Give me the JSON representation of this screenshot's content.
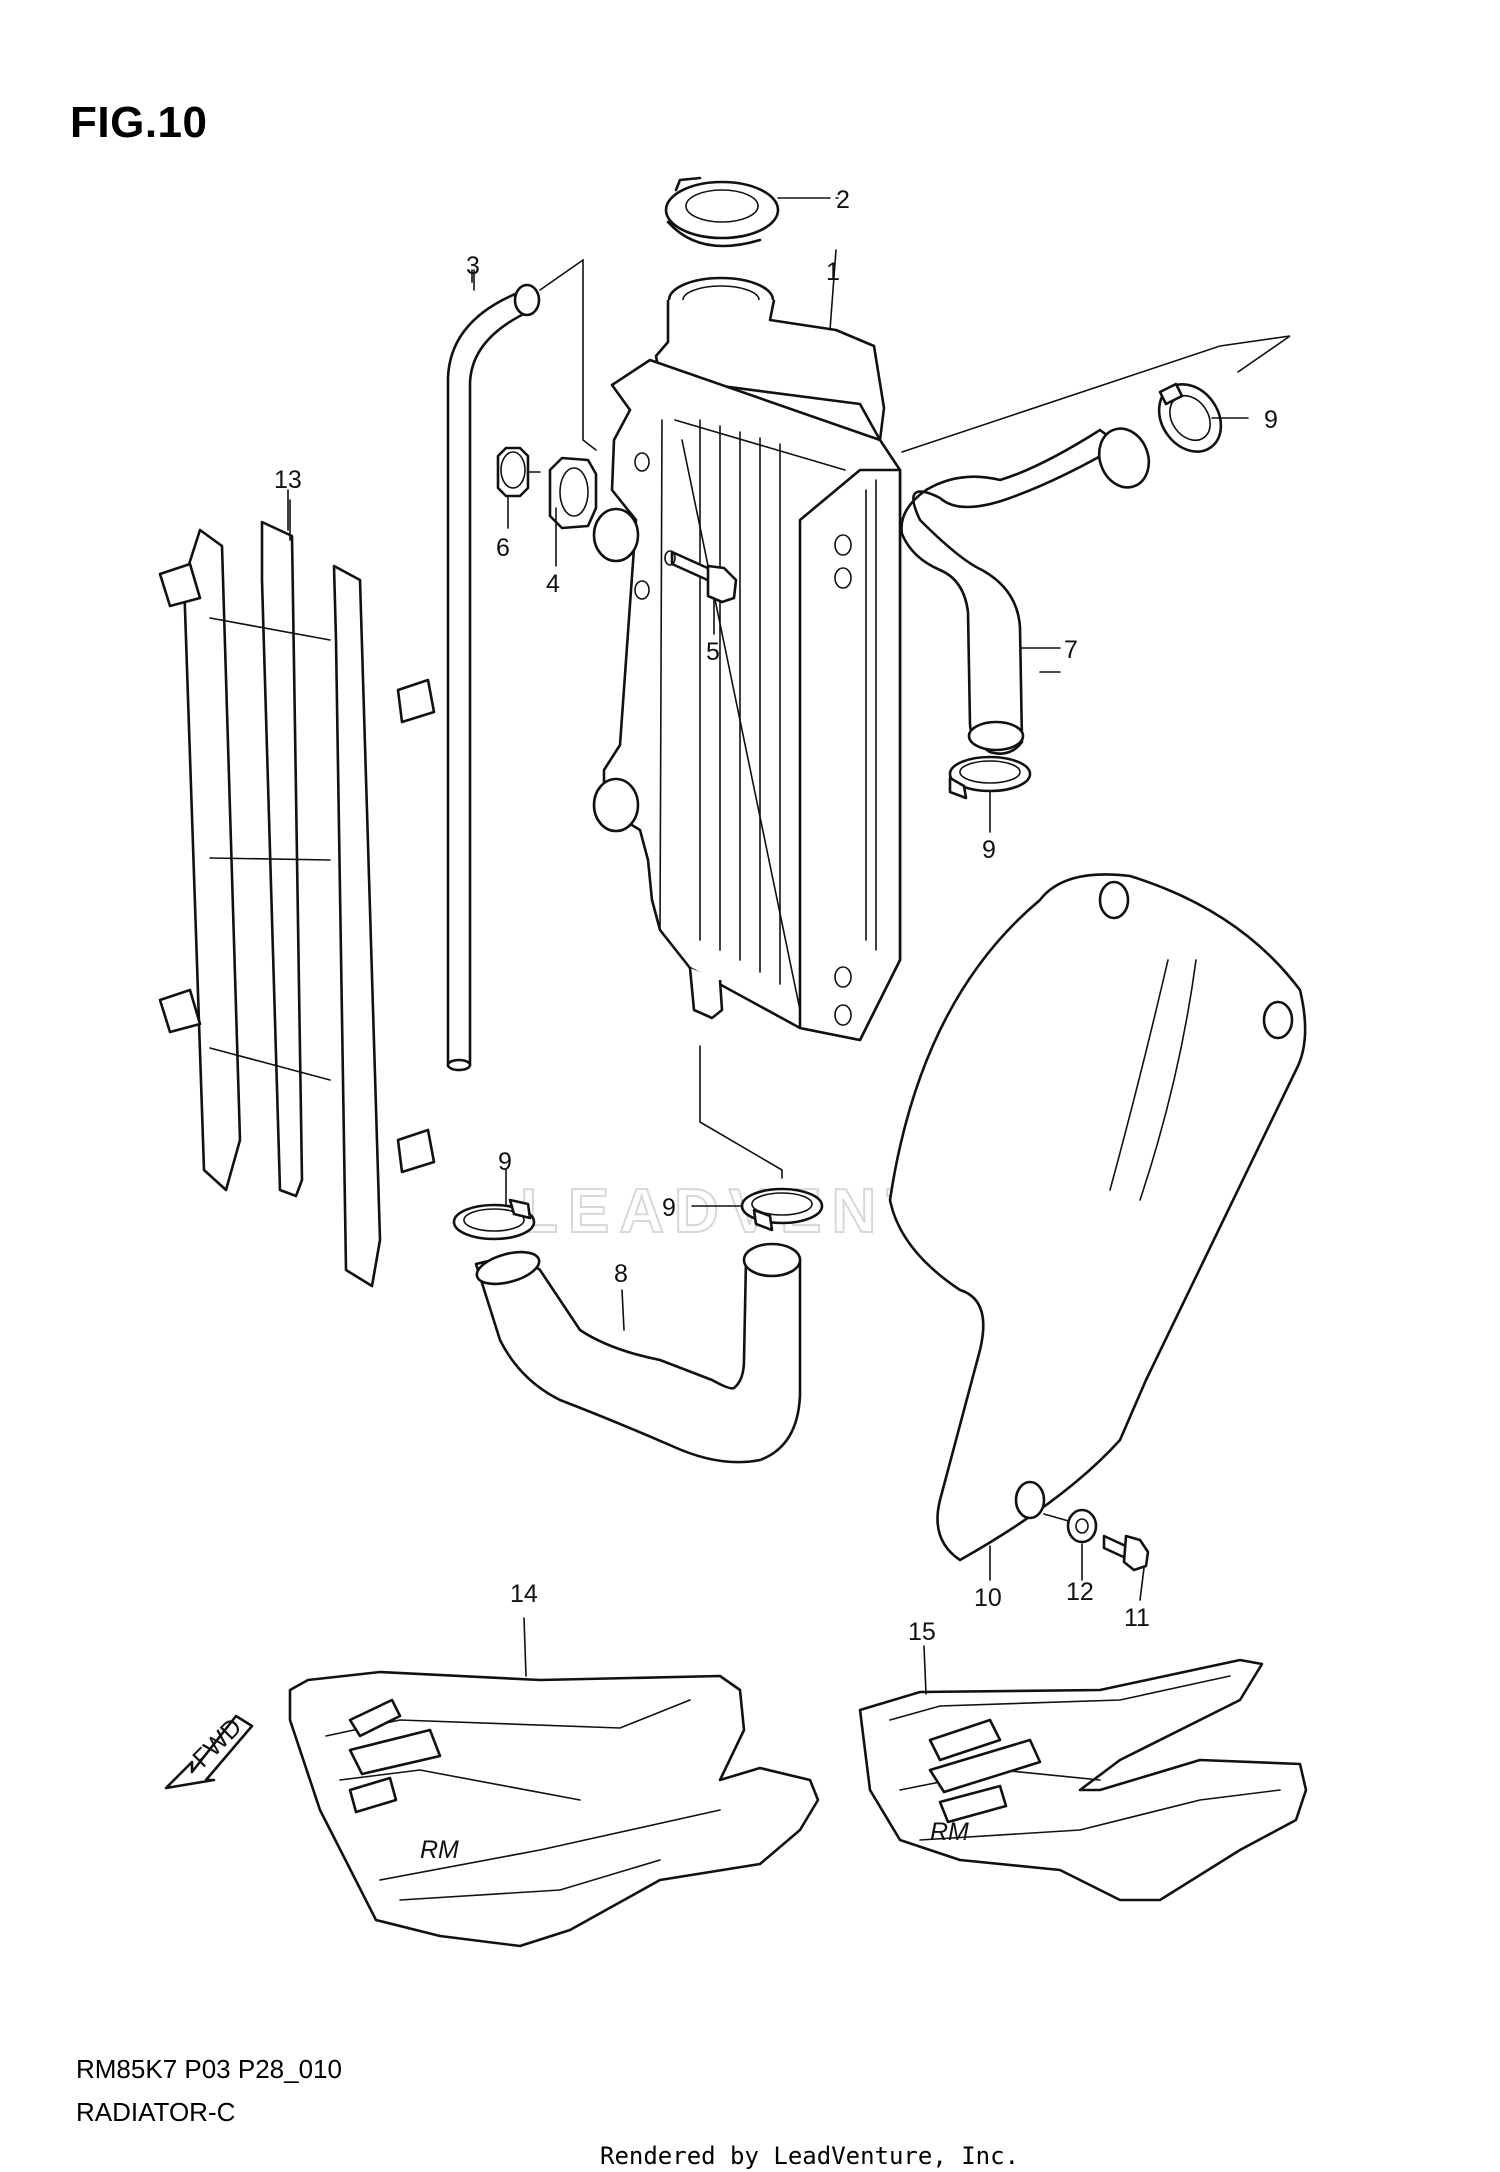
{
  "figure_title": "FIG.10",
  "diagram_code": "RM85K7 P03 P28_010",
  "diagram_name": "RADIATOR-C",
  "footer_credit": "Rendered by LeadVenture, Inc.",
  "watermark_text": "LEADVENTURE",
  "callouts": {
    "c1": "1",
    "c2": "2",
    "c3": "3",
    "c4": "4",
    "c5": "5",
    "c6": "6",
    "c7": "7",
    "c8": "8",
    "c9a": "9",
    "c9b": "9",
    "c9c": "9",
    "c9d": "9",
    "c10": "10",
    "c11": "11",
    "c12": "12",
    "c13": "13",
    "c14": "14",
    "c15": "15"
  },
  "fwd_label": "FWD"
}
